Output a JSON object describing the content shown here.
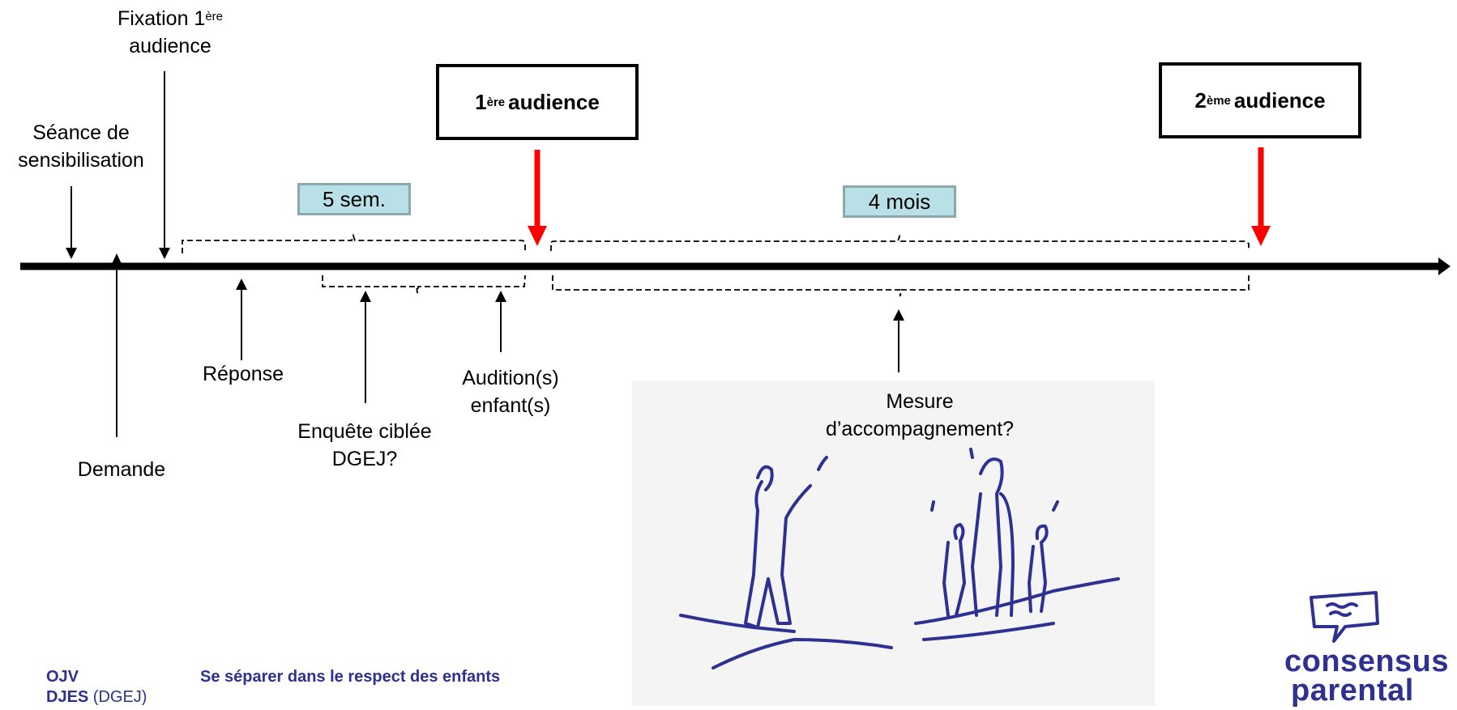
{
  "labels": {
    "fixation_main": "Fixation 1",
    "fixation_sup": "ère",
    "fixation_line2": "audience",
    "seance_line1": "Séance de",
    "seance_line2": "sensibilisation",
    "demande": "Demande",
    "reponse": "Réponse",
    "enquete_line1": "Enquête ciblée",
    "enquete_line2": "DGEJ?",
    "audition_line1": "Audition(s)",
    "audition_line2": "enfant(s)",
    "mesure_line1": "Mesure",
    "mesure_line2": "d’accompagnement?"
  },
  "hearings": {
    "first": {
      "num": "1",
      "sup": "ère",
      "text": "audience"
    },
    "second": {
      "num": "2",
      "sup": "ème",
      "text": "audience"
    }
  },
  "durations": {
    "five_weeks": "5 sem.",
    "four_months": "4 mois"
  },
  "footer": {
    "org1": "OJV",
    "org2_bold": "DJES",
    "org2_rest": " (DGEJ)",
    "tagline": "Se séparer dans le respect des enfants"
  },
  "logo": {
    "line1": "consensus",
    "line2": "parental"
  },
  "colors": {
    "timeline": "#000000",
    "hearing_arrow": "#ff0000",
    "duration_fill": "#b9e0e6",
    "brand": "#2e3192"
  },
  "icons": {
    "illustration": "people-sketch-illustration",
    "logo": "speech-bubble-logo-icon"
  }
}
